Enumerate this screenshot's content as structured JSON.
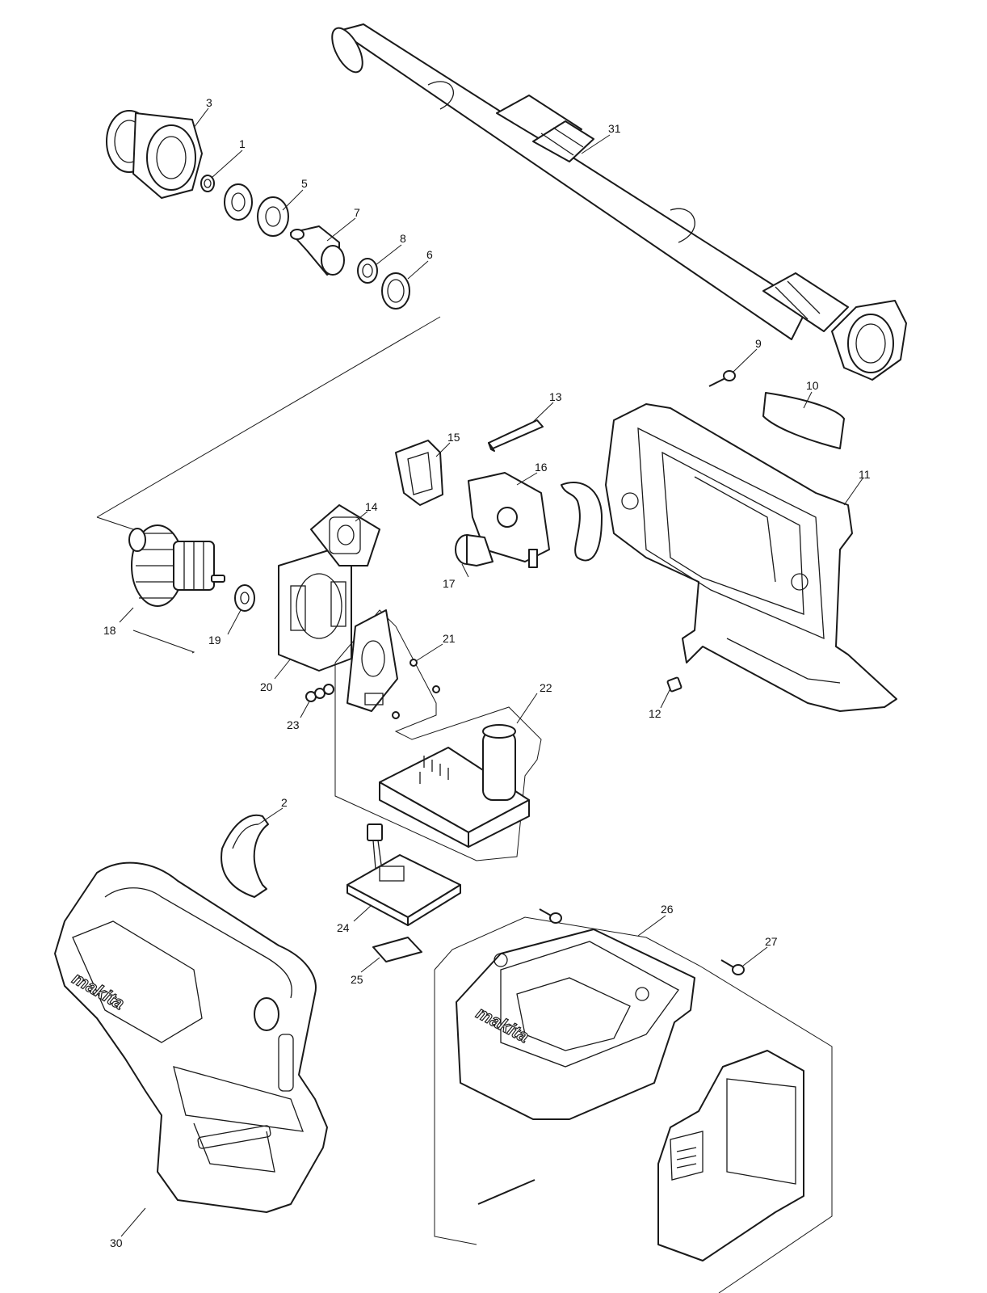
{
  "brand_text": "makita",
  "part_labels": {
    "p1": "1",
    "p2": "2",
    "p3": "3",
    "p5": "5",
    "p6": "6",
    "p7": "7",
    "p8": "8",
    "p9": "9",
    "p10": "10",
    "p11": "11",
    "p12": "12",
    "p13": "13",
    "p14": "14",
    "p15": "15",
    "p16": "16",
    "p17": "17",
    "p18": "18",
    "p19": "19",
    "p20": "20",
    "p21": "21",
    "p22": "22",
    "p23": "23",
    "p24": "24",
    "p25": "25",
    "p26": "26",
    "p27": "27",
    "p30": "30",
    "p31": "31"
  }
}
